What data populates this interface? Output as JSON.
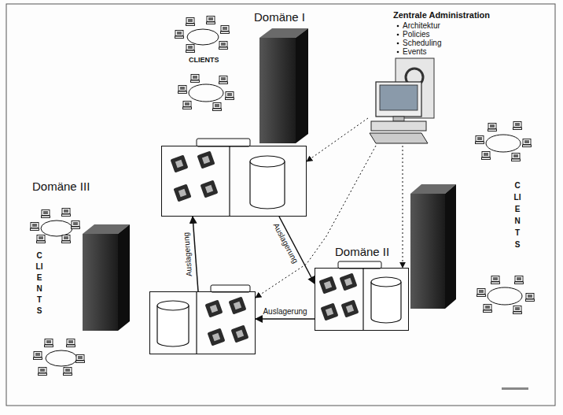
{
  "diagram": {
    "nodes": [
      {
        "text": [
          "Domäne I"
        ]
      },
      {
        "text": [
          "Zentrale Administration",
          "Architektur",
          "Policies",
          "Scheduling",
          "Events"
        ]
      },
      {
        "text": [
          "Domäne III"
        ]
      },
      {
        "text": [
          "Domäne II"
        ]
      }
    ],
    "edges": [
      {
        "from": 0,
        "to": 3,
        "arrow": "to",
        "label": "Auslagerung"
      },
      {
        "from": 3,
        "to": 2,
        "arrow": "to",
        "label": "Auslagerung"
      },
      {
        "from": 2,
        "to": 0,
        "arrow": "to",
        "label": "Auslagerung"
      },
      {
        "from": 1,
        "to": 0,
        "arrow": "to"
      },
      {
        "from": 1,
        "to": 3,
        "arrow": "to"
      },
      {
        "from": 1,
        "to": 2,
        "arrow": "to"
      }
    ],
    "labels": [
      "CLIENTS",
      "CLIENTS",
      "CLIENTS"
    ]
  }
}
